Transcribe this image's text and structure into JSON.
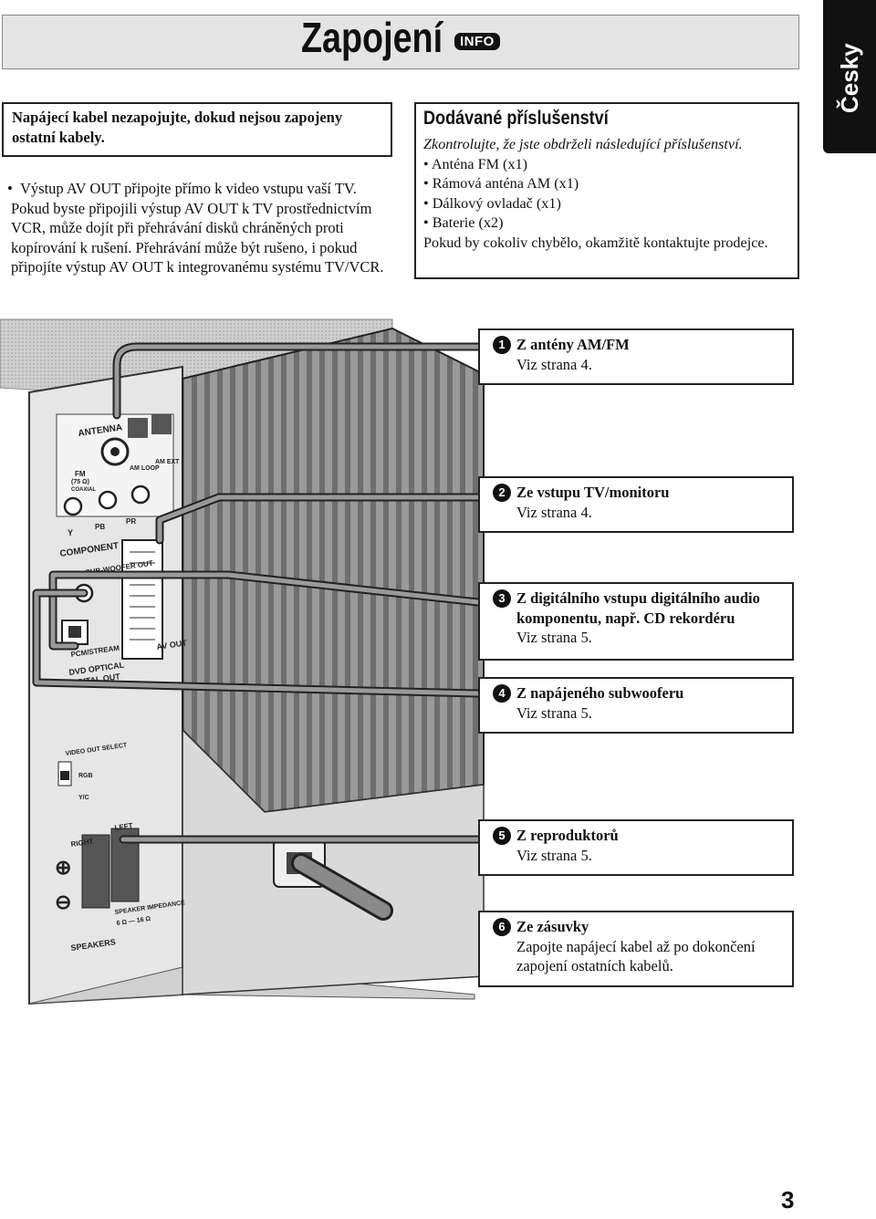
{
  "header": {
    "title": "Zapojení",
    "badge": "INFO",
    "language_tab": "Česky"
  },
  "warning": {
    "text": "Napájecí kabel nezapojujte, dokud nejsou zapojeny ostatní kabely."
  },
  "av_note": {
    "bullet": "•",
    "text": "Výstup AV OUT připojte přímo k video vstupu vaší TV. Pokud byste připojili výstup AV OUT k TV prostřednictvím VCR, může dojít při přehrávání disků chráněných proti kopírování k rušení. Přehrávání může být rušeno, i pokud připojíte výstup AV OUT k integrovanému systému TV/VCR."
  },
  "accessories": {
    "heading": "Dodávané příslušenství",
    "intro": "Zkontrolujte, že jste obdrželi následující příslušenství.",
    "items": [
      "• Anténa FM (x1)",
      "• Rámová anténa AM (x1)",
      "• Dálkový ovladač (x1)",
      "• Baterie (x2)"
    ],
    "footer": "Pokud by cokoliv chybělo, okamžitě kontaktujte prodejce."
  },
  "panel_labels": {
    "antenna": "ANTENNA",
    "fm": "FM",
    "fm_ohm": "(75 Ω)",
    "coaxial": "COAXIAL",
    "am_loop": "AM LOOP",
    "am_ext": "AM EXT",
    "y": "Y",
    "pb": "PB",
    "pr": "PR",
    "component": "COMPONENT",
    "subwoofer_out": "SUB-WOOFER OUT",
    "pcm_stream": "PCM/STREAM",
    "dvd_optical": "DVD OPTICAL",
    "digital_out": "DIGITAL OUT",
    "av_out": "AV OUT",
    "video_out_select": "VIDEO OUT SELECT",
    "rgb": "RGB",
    "yc": "Y/C",
    "right": "RIGHT",
    "left": "LEFT",
    "speakers": "SPEAKERS",
    "speaker_impedance": "SPEAKER IMPEDANCE",
    "impedance_value": "6 Ω — 16 Ω"
  },
  "callouts": [
    {
      "number": "1",
      "title": "Z antény AM/FM",
      "lines": [
        "Viz strana 4."
      ]
    },
    {
      "number": "2",
      "title": "Ze vstupu TV/monitoru",
      "lines": [
        "Viz strana 4."
      ]
    },
    {
      "number": "3",
      "title": "Z digitálního vstupu digitálního audio",
      "title2": "komponentu, např. CD rekordéru",
      "lines": [
        "Viz strana 5."
      ]
    },
    {
      "number": "4",
      "title": "Z napájeného subwooferu",
      "lines": [
        "Viz strana 5."
      ]
    },
    {
      "number": "5",
      "title": "Z reproduktorů",
      "lines": [
        "Viz strana 5."
      ]
    },
    {
      "number": "6",
      "title": "Ze zásuvky",
      "lines": [
        "Zapojte napájecí kabel až po dokončení",
        "zapojení ostatních kabelů."
      ]
    }
  ],
  "page_number": "3"
}
